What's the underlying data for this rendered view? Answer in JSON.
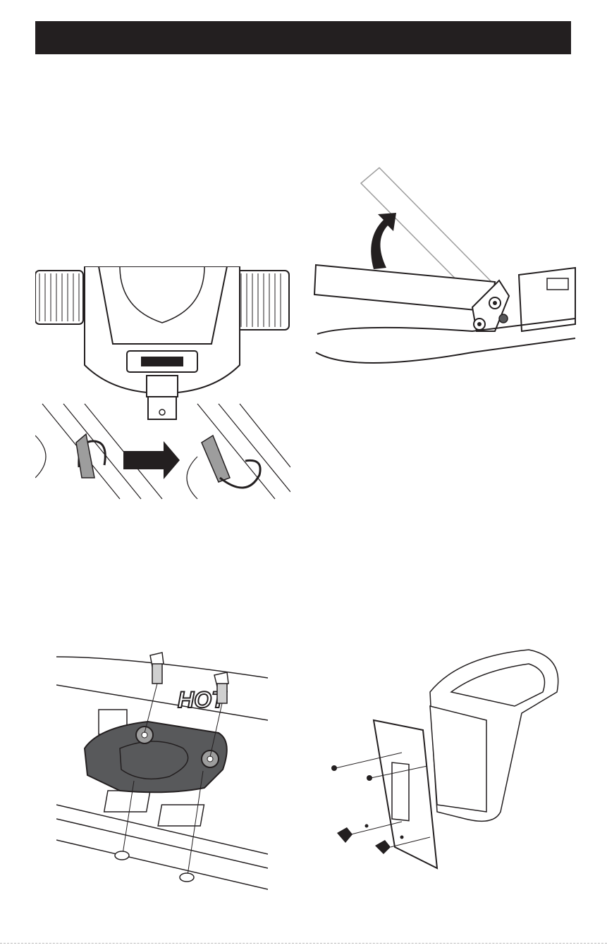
{
  "header": {
    "title": ""
  },
  "figures": {
    "mower_hitch": {
      "icon": "mower-rear-hitch-clip-illustration"
    },
    "armrest": {
      "icon": "armrest-pivot-illustration"
    },
    "heat_shield": {
      "icon": "heat-shield-bolts-illustration"
    },
    "seat": {
      "icon": "seat-bracket-assembly-illustration"
    }
  },
  "labels": {
    "hot_decal": "HOT"
  },
  "colors": {
    "ink": "#231f20",
    "paper": "#ffffff",
    "shield_fill": "#58595b",
    "clip_fill": "#9d9d9d"
  }
}
